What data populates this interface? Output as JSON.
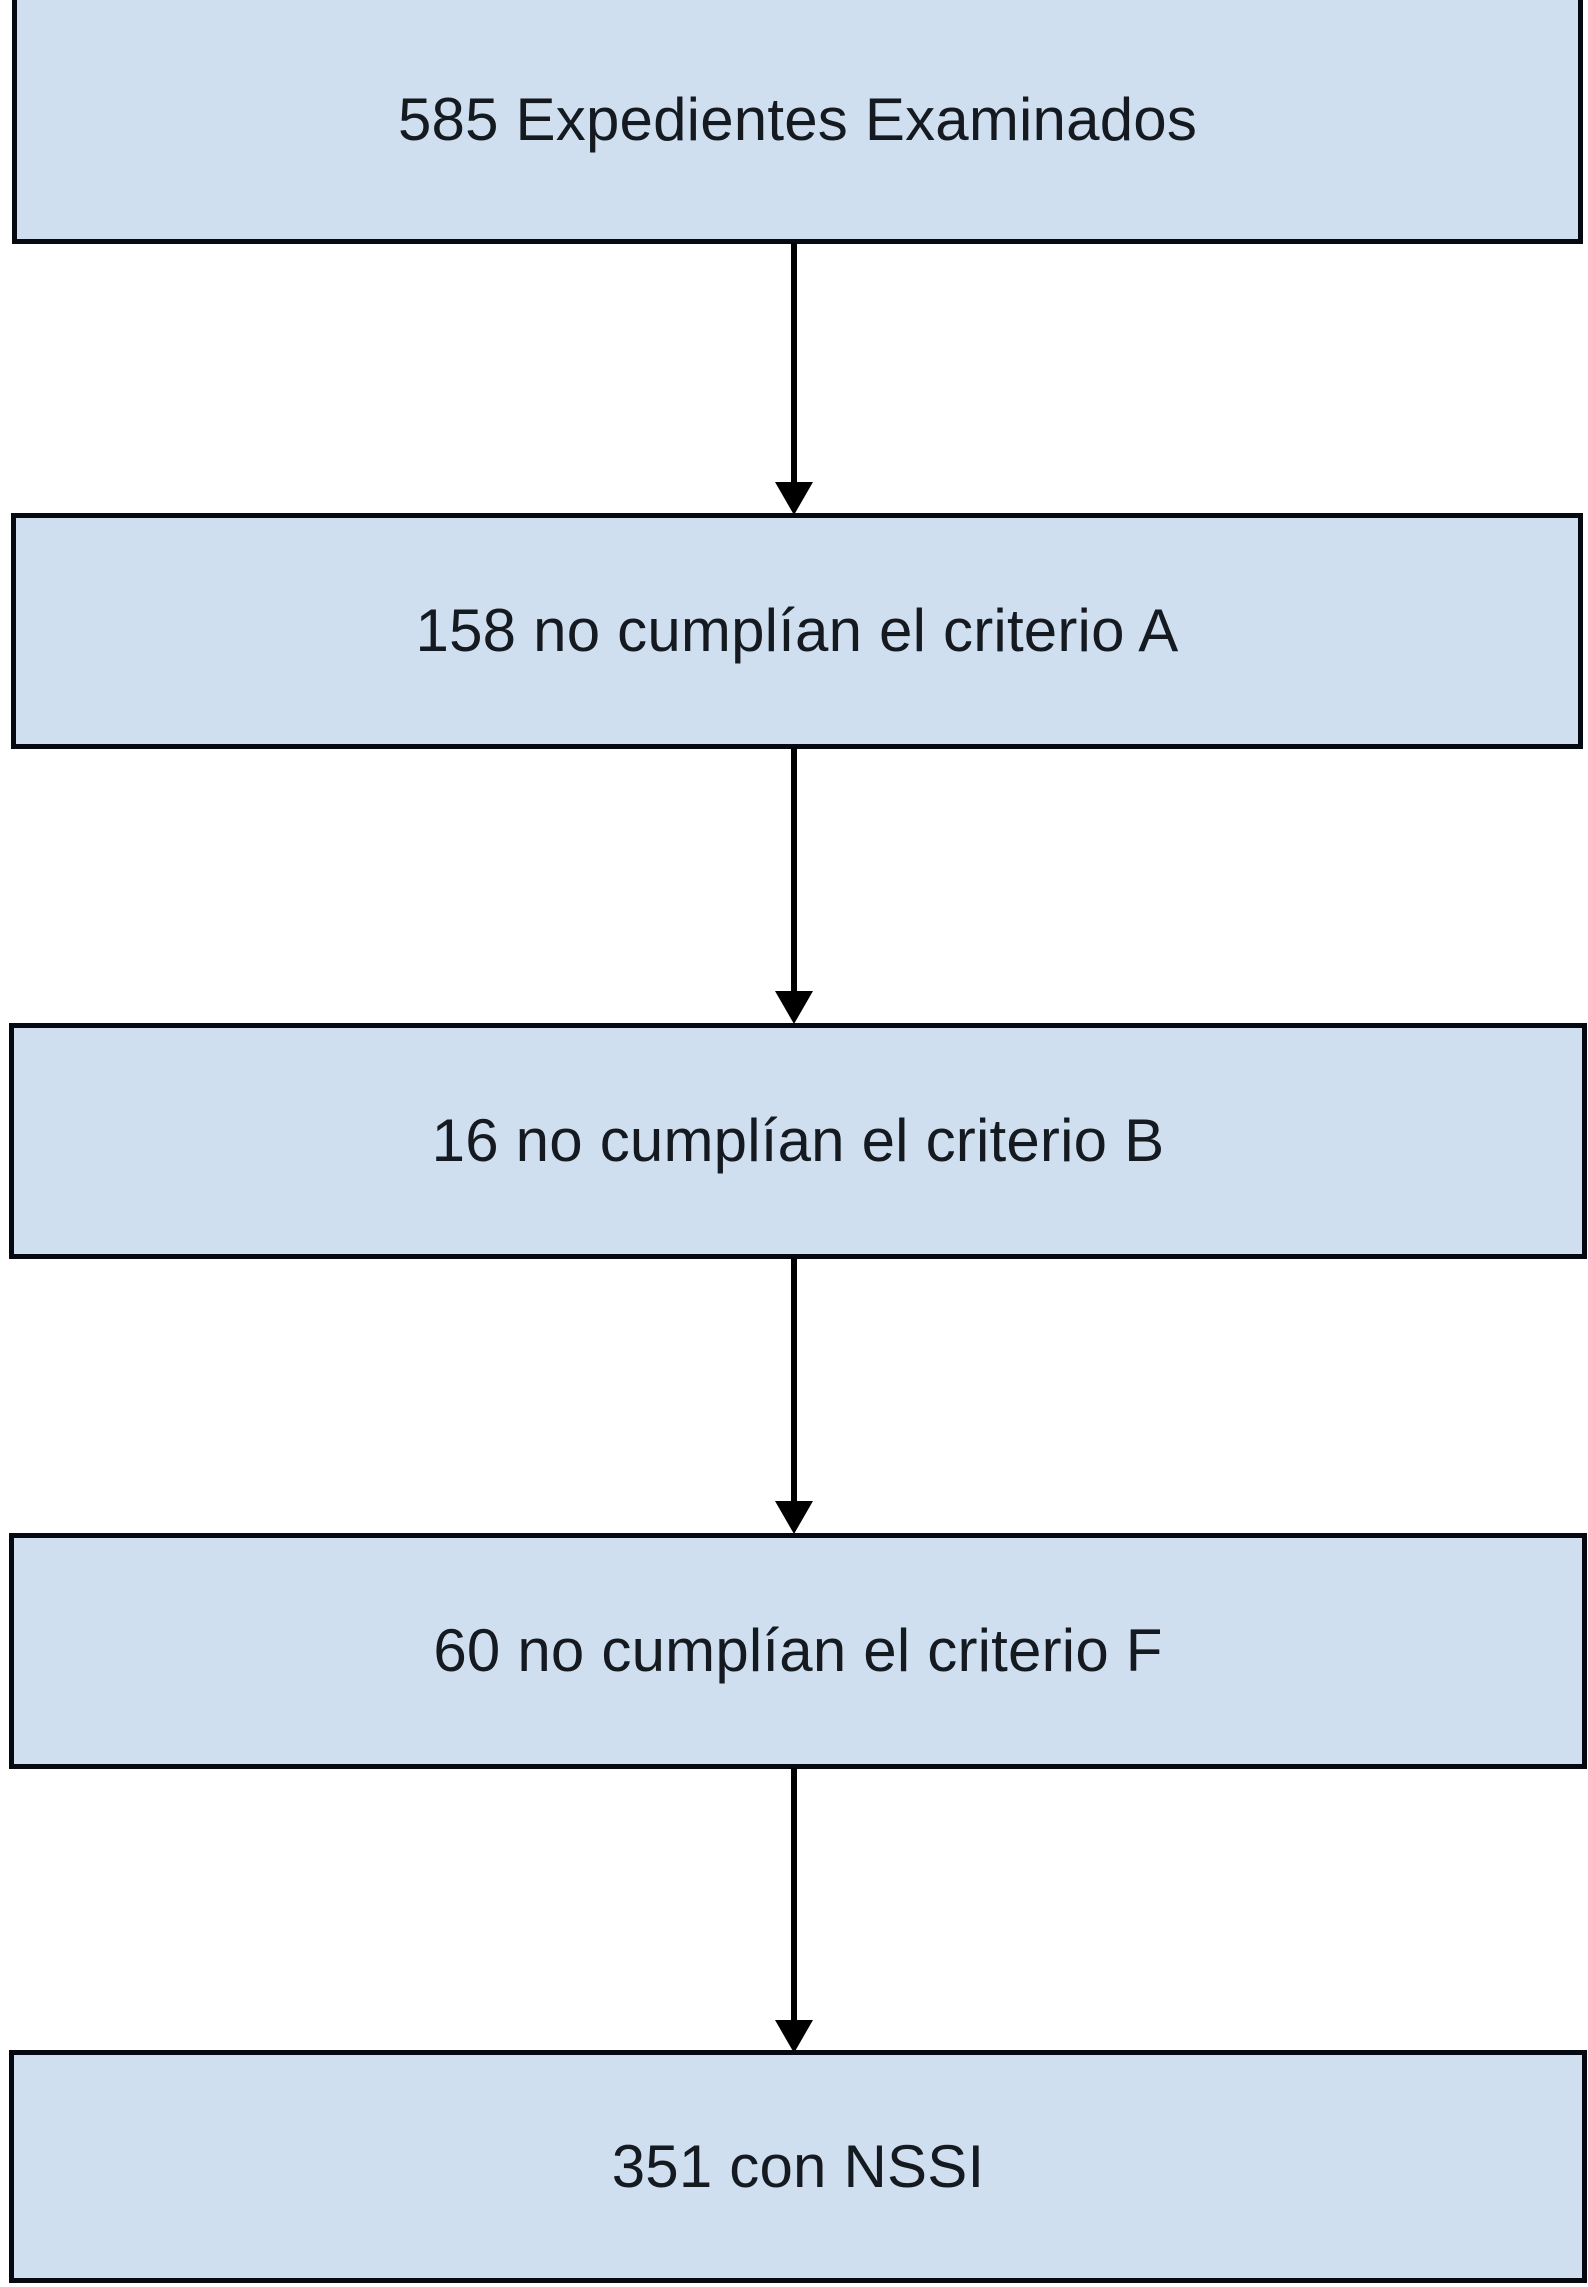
{
  "diagram": {
    "type": "flowchart",
    "orientation": "vertical",
    "language": "es",
    "title": "",
    "colors": {
      "node_fill": "#cfdff0",
      "node_border": "#060a10",
      "text": "#141a20",
      "arrow": "#000000",
      "background": "#ffffff"
    },
    "nodes": [
      {
        "id": "node-1",
        "label": "585 Expedientes Examinados",
        "count": 585,
        "role": "start"
      },
      {
        "id": "node-2",
        "label": "158 no cumplían el criterio A",
        "count": 158,
        "role": "exclusion"
      },
      {
        "id": "node-3",
        "label": "16 no cumplían el criterio B",
        "count": 16,
        "role": "exclusion"
      },
      {
        "id": "node-4",
        "label": "60 no cumplían el criterio F",
        "count": 60,
        "role": "exclusion"
      },
      {
        "id": "node-5",
        "label": "351 con NSSI",
        "count": 351,
        "role": "end"
      }
    ],
    "connectors": [
      {
        "id": "arrow-1",
        "from": "node-1",
        "to": "node-2",
        "marker": "arrowhead-down"
      },
      {
        "id": "arrow-2",
        "from": "node-2",
        "to": "node-3",
        "marker": "arrowhead-down"
      },
      {
        "id": "arrow-3",
        "from": "node-3",
        "to": "node-4",
        "marker": "arrowhead-down"
      },
      {
        "id": "arrow-4",
        "from": "node-4",
        "to": "node-5",
        "marker": "arrowhead-down"
      }
    ]
  }
}
